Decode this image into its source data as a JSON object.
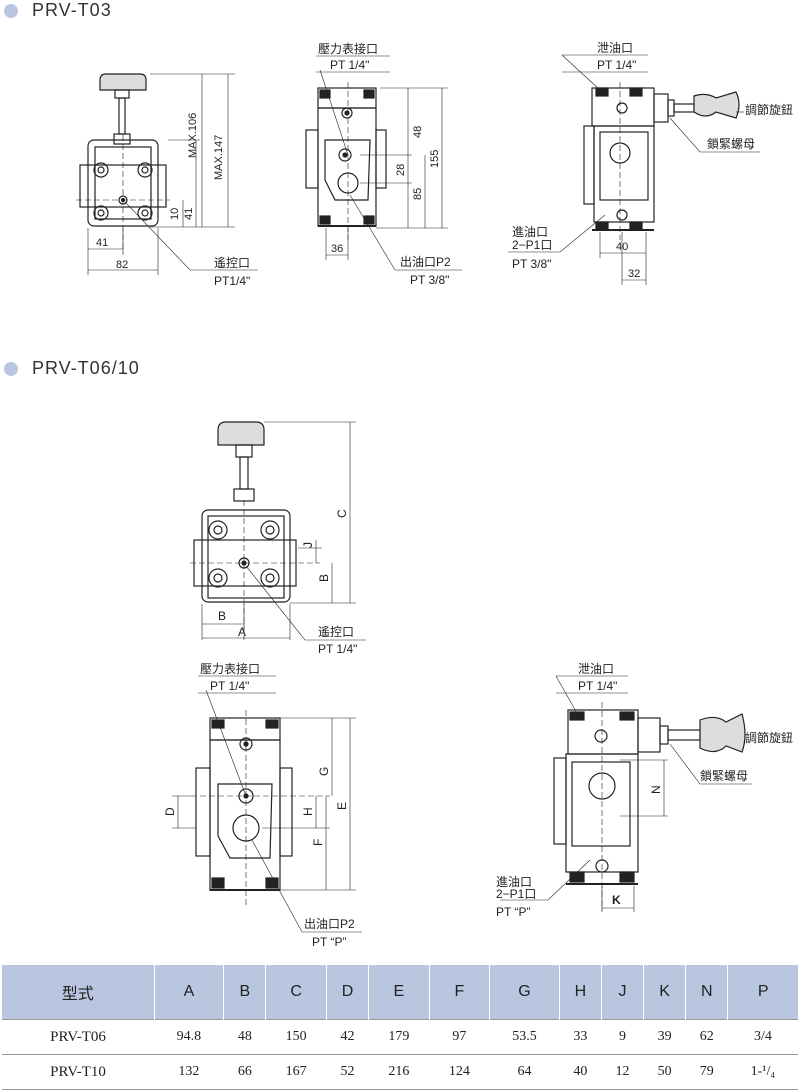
{
  "sections": {
    "t03_title": "PRV-T03",
    "t0610_title": "PRV-T06/10"
  },
  "t03": {
    "front": {
      "max106": "MAX.106",
      "max147": "MAX.147",
      "d10": "10",
      "d41v": "41",
      "d41h": "41",
      "d82": "82",
      "remote_port": "遙控口",
      "remote_thread": "PT1/4\""
    },
    "side": {
      "gauge_port": "壓力表接口",
      "gauge_thread": "PT 1/4\"",
      "d48": "48",
      "d28": "28",
      "d85": "85",
      "d155": "155",
      "d36": "36",
      "outlet": "出油口P2",
      "outlet_thread": "PT 3/8\""
    },
    "top": {
      "drain": "泄油口",
      "drain_thread": "PT 1/4\"",
      "adjust_knob": "調節旋鈕",
      "lock_nut": "鎖緊螺母",
      "inlet": "進油口",
      "inlet_sub": "2−P1口",
      "inlet_thread": "PT 3/8\"",
      "d40": "40",
      "d32": "32"
    }
  },
  "t0610": {
    "front": {
      "C": "C",
      "J": "J",
      "Bv": "B",
      "Bh": "B",
      "A": "A",
      "remote_port": "遙控口",
      "remote_thread": "PT 1/4\""
    },
    "side": {
      "gauge_port": "壓力表接口",
      "gauge_thread": "PT 1/4\"",
      "G": "G",
      "E": "E",
      "D": "D",
      "H": "H",
      "F": "F",
      "outlet": "出油口P2",
      "outlet_thread": "PT “P”"
    },
    "top": {
      "drain": "泄油口",
      "drain_thread": "PT 1/4\"",
      "adjust_knob": "調節旋鈕",
      "lock_nut": "鎖緊螺母",
      "N": "N",
      "K": "K",
      "inlet": "進油口",
      "inlet_sub": "2−P1口",
      "inlet_thread": "PT “P”"
    }
  },
  "table": {
    "headers": [
      "型式",
      "A",
      "B",
      "C",
      "D",
      "E",
      "F",
      "G",
      "H",
      "J",
      "K",
      "N",
      "P"
    ],
    "rows": [
      [
        "PRV-T06",
        "94.8",
        "48",
        "150",
        "42",
        "179",
        "97",
        "53.5",
        "33",
        "9",
        "39",
        "62",
        "3/4"
      ],
      [
        "PRV-T10",
        "132",
        "66",
        "167",
        "52",
        "216",
        "124",
        "64",
        "40",
        "12",
        "50",
        "79",
        "1-¹/₄"
      ]
    ]
  }
}
